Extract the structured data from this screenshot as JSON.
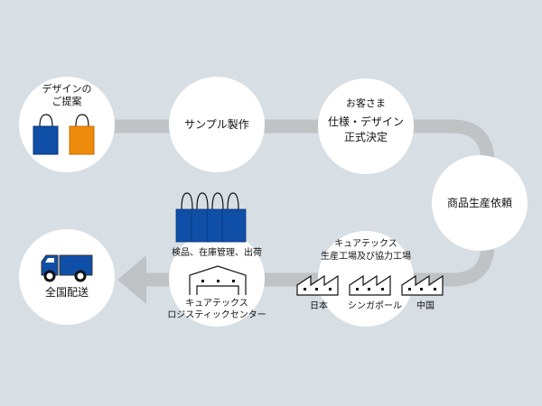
{
  "steps": {
    "proposal": {
      "line1": "デザインの",
      "line2": "ご提案"
    },
    "sample": {
      "label": "サンプル製作"
    },
    "approval": {
      "line1": "お客さま",
      "line2": "仕様・デザイン",
      "line3": "正式決定"
    },
    "order": {
      "label": "商品生産依頼"
    },
    "factory": {
      "line1": "キュアテックス",
      "line2": "生産工場及び協力工場",
      "japan": "日本",
      "singapore": "シンガポール",
      "china": "中国"
    },
    "logistics": {
      "inspect": "検品、在庫管理、出荷",
      "line1": "キュアテックス",
      "line2": "ロジスティックセンター"
    },
    "delivery": {
      "label": "全国配送"
    }
  },
  "colors": {
    "blue": "#0f4fa8",
    "orange": "#ee8a0c",
    "path": "#bfc3c6",
    "background": "#d7dee4"
  }
}
